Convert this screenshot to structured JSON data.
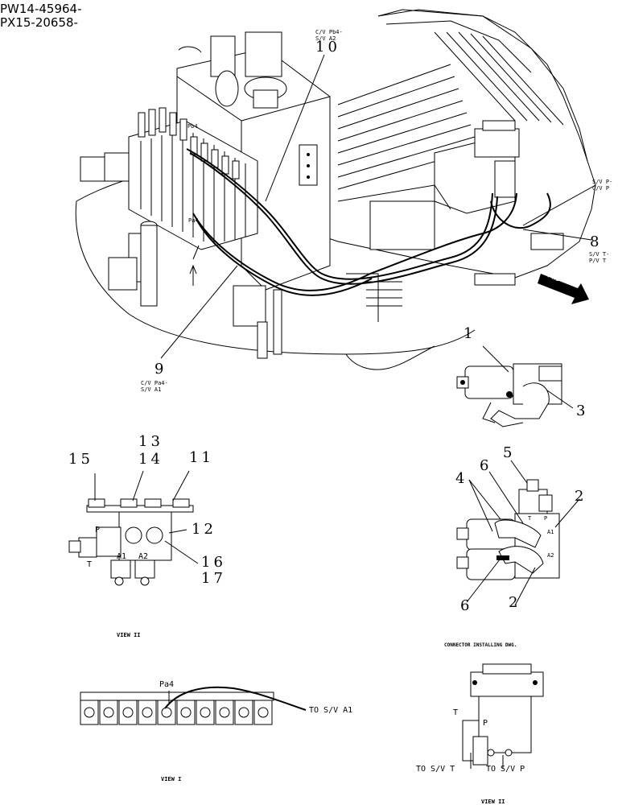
{
  "header": {
    "serial_line_1": "PW14-45964-",
    "serial_line_2": "PX15-20658-"
  },
  "callouts": {
    "c10_label": "C/V Pb4-\nS/V A2",
    "c10_num": "10",
    "c9_num": "9",
    "c9_label": "C/V Pa4-\nS/V A1",
    "c7_label": "S/V P-\nC/V P",
    "c8_num": "8",
    "c8_label": "S/V T-\nP/V T",
    "fwd": "FWD",
    "pb4": "Pb4",
    "pa4": "Pa4",
    "n1": "1",
    "n3": "3"
  },
  "view_ii": {
    "n13": "13",
    "n14": "14",
    "n15": "15",
    "n11": "11",
    "n12": "12",
    "n16": "16",
    "n17": "17",
    "p": "P",
    "t": "T",
    "a1": "A1",
    "a2": "A2",
    "caption": "VIEW II"
  },
  "connector": {
    "n5": "5",
    "n6a": "6",
    "n4": "4",
    "n2a": "2",
    "n6b": "6",
    "n2b": "2",
    "t": "T",
    "p": "P",
    "a1": "A1",
    "a2": "A2",
    "caption": "CONNECTOR INSTALLING DWG."
  },
  "view_i": {
    "pa4": "Pa4",
    "to_sv_a1": "TO S/V A1",
    "caption": "VIEW I"
  },
  "view_ii_b": {
    "t": "T",
    "p": "P",
    "to_sv_t": "TO S/V T",
    "to_sv_p": "TO S/V P",
    "caption": "VIEW II"
  }
}
